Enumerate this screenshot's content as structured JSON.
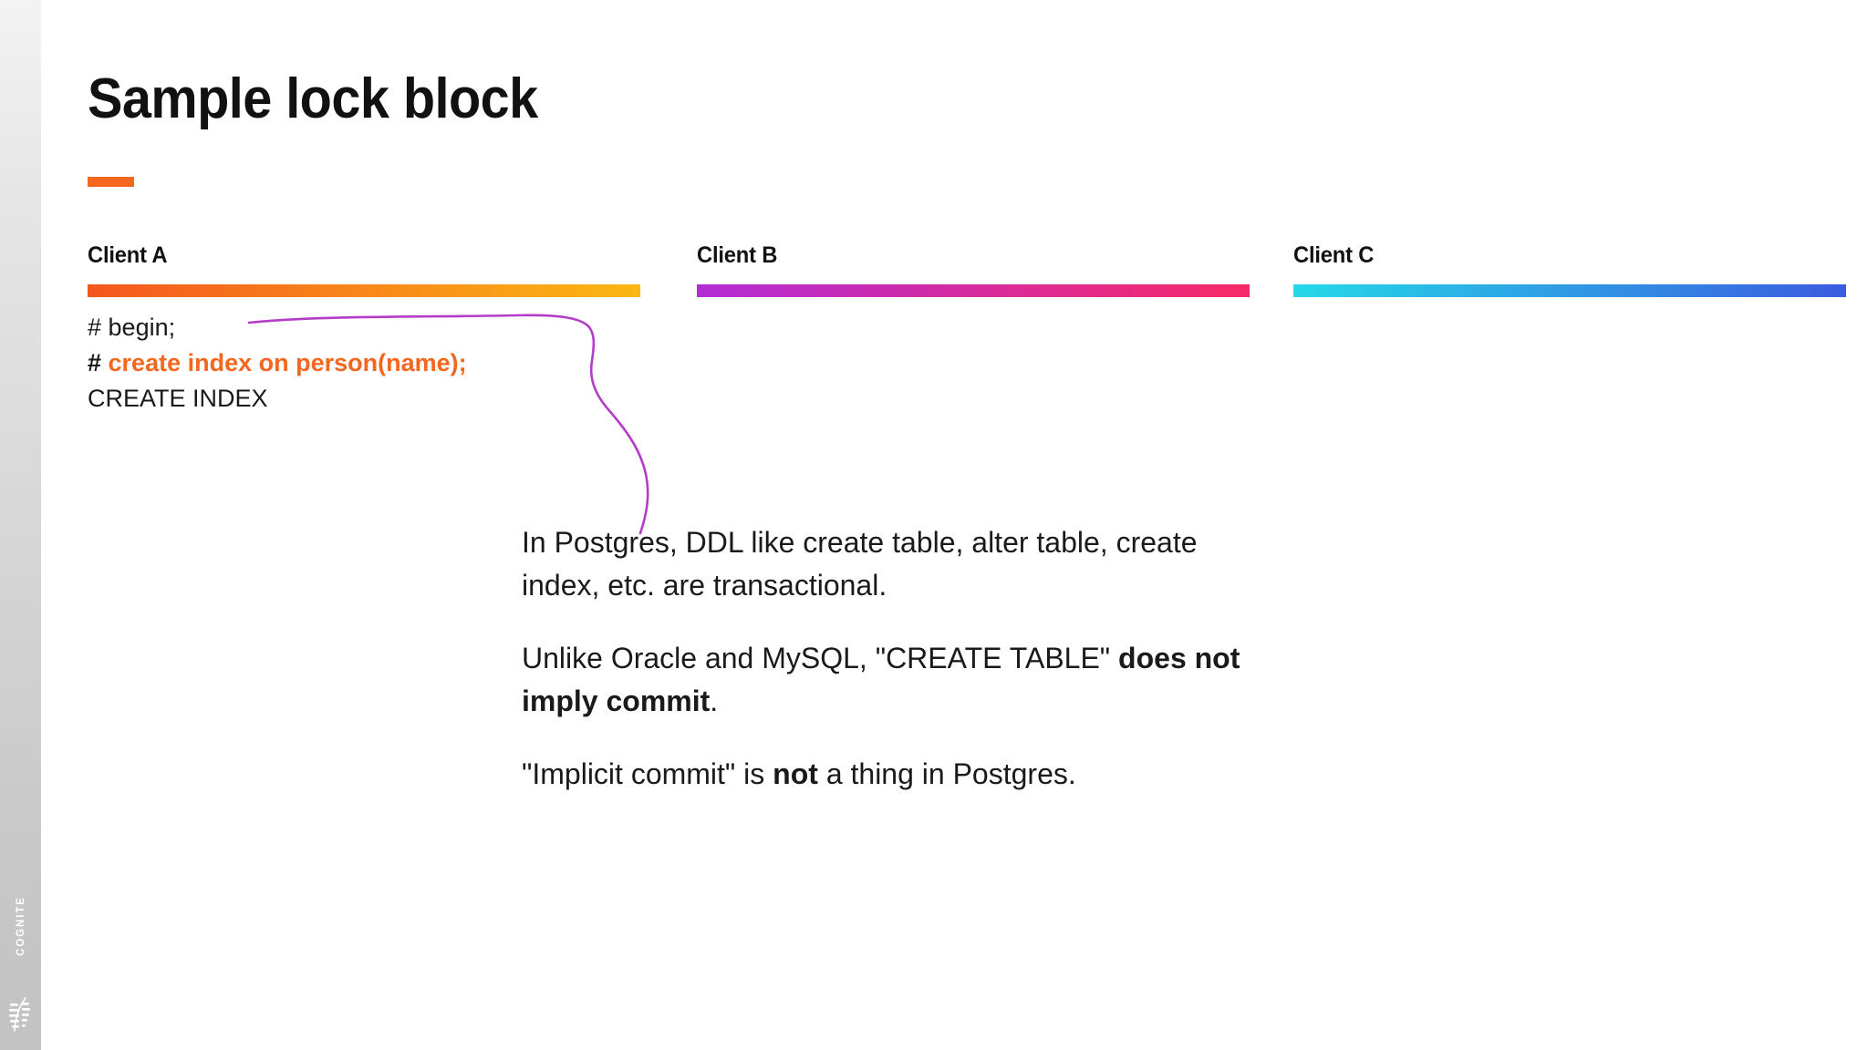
{
  "brand": {
    "wordmark": "COGNITE",
    "logo_icon": "cognite-leaf-logo-icon"
  },
  "slide": {
    "title": "Sample lock block",
    "accent_color": "#F4671F"
  },
  "clients": [
    {
      "label": "Client A",
      "bar_from": "#F4571F",
      "bar_to": "#FBB713"
    },
    {
      "label": "Client B",
      "bar_from": "#B32CD6",
      "bar_to": "#F72A67"
    },
    {
      "label": "Client C",
      "bar_from": "#24D9E8",
      "bar_to": "#3B5BE0"
    }
  ],
  "console_a": {
    "lines": [
      {
        "prompt": "# ",
        "text": "begin;",
        "highlight": false
      },
      {
        "prompt": "# ",
        "text": "create index on person(name);",
        "highlight": true
      },
      {
        "prompt": "",
        "text": "CREATE INDEX",
        "highlight": false
      }
    ]
  },
  "annotation": {
    "curve_color": "#B43CC8",
    "paragraphs": [
      {
        "parts": [
          {
            "text": "In Postgres, DDL like create table, alter table, create index, etc. are transactional.",
            "bold": false
          }
        ]
      },
      {
        "parts": [
          {
            "text": "Unlike Oracle and MySQL, \"CREATE TABLE\" ",
            "bold": false
          },
          {
            "text": "does not imply commit",
            "bold": true
          },
          {
            "text": ".",
            "bold": false
          }
        ]
      },
      {
        "parts": [
          {
            "text": "\"Implicit commit\" is ",
            "bold": false
          },
          {
            "text": "not",
            "bold": true
          },
          {
            "text": " a thing in Postgres.",
            "bold": false
          }
        ]
      }
    ]
  }
}
